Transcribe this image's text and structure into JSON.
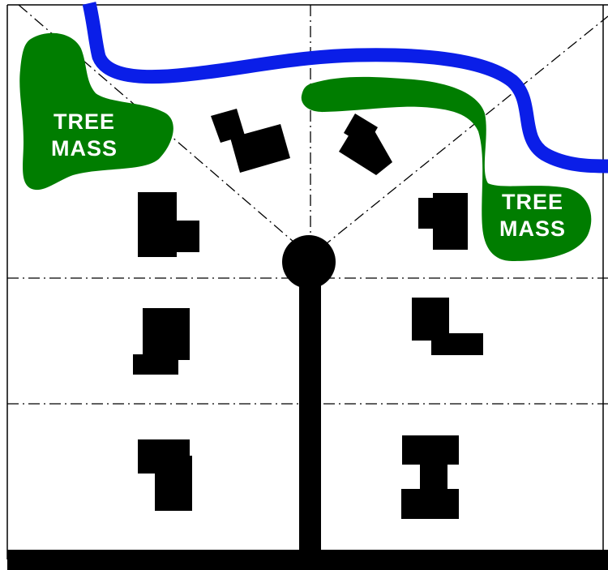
{
  "labels": {
    "tree_mass_left_line1": "TREE",
    "tree_mass_left_line2": "MASS",
    "tree_mass_right_line1": "TREE",
    "tree_mass_right_line2": "MASS"
  },
  "colors": {
    "background": "#ffffff",
    "outline": "#000000",
    "tree_mass": "#007d00",
    "river": "#0a1ee8",
    "buildings": "#000000",
    "road": "#000000",
    "label_text": "#ffffff"
  },
  "icons": {
    "cul_de_sac": "filled-circle",
    "lot_lines": "dash-dot-line"
  }
}
